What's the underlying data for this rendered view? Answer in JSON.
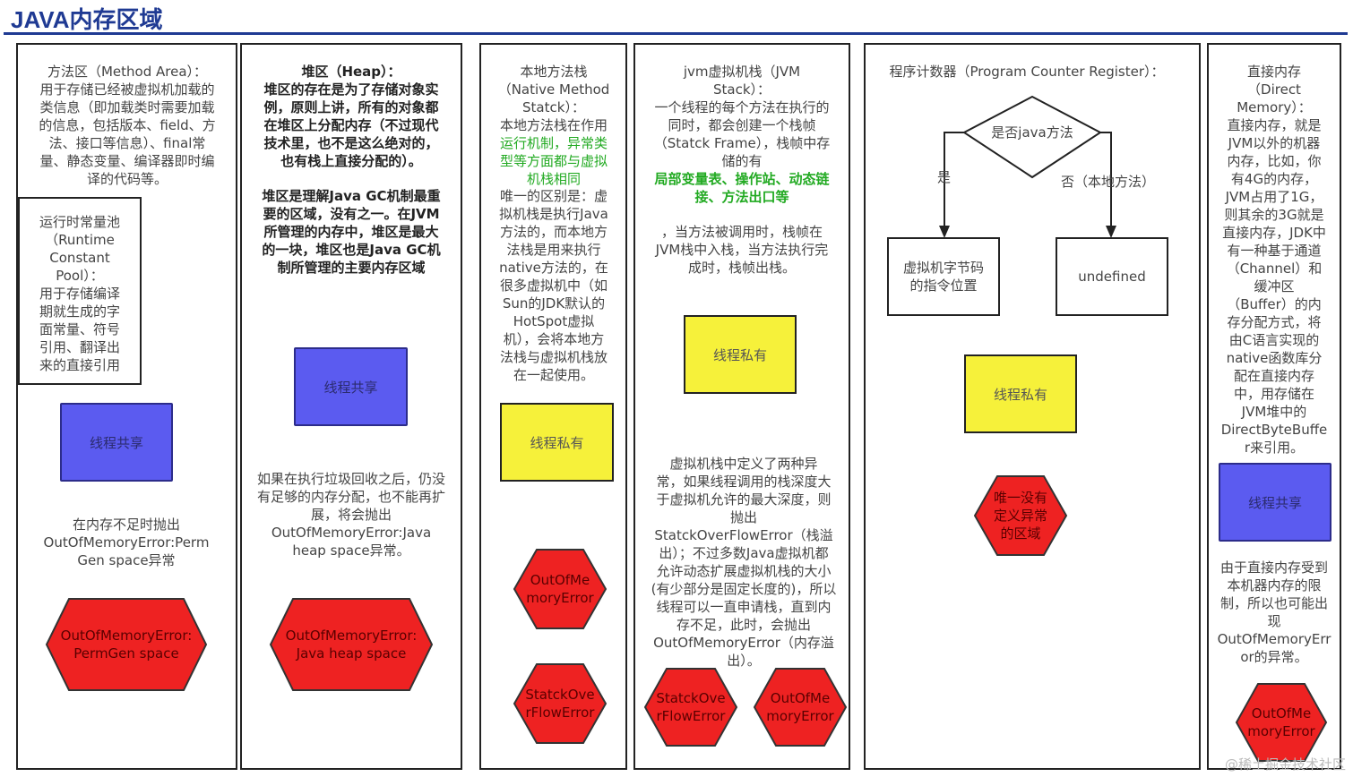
{
  "title": "JAVA内存区域",
  "colors": {
    "shared": "#5b5bf0",
    "private": "#f6f13a",
    "error": "#ee2222",
    "green_text": "#22aa22"
  },
  "col1": {
    "desc": "方法区（Method Area）：\n用于存储已经被虚拟机加载的\n类信息（即加载类时需要加载\n的信息，包括版本、field、方\n法、接口等信息）、final常\n量、静态变量、编译器即时编\n译的代码等。",
    "inner": "运行时常量池\n（Runtime\nConstant\nPool）：\n用于存储编译\n期就生成的字\n面常量、符号\n引用、翻译出\n来的直接引用",
    "badge": "线程共享",
    "note": "在内存不足时抛出\nOutOfMemoryError:Perm\nGen space异常",
    "error": "OutOfMemoryError:\nPermGen space"
  },
  "col2": {
    "desc1": "堆区（Heap）：\n堆区的存在是为了存储对象实\n例，原则上讲，所有的对象都\n在堆区上分配内存（不过现代\n技术里，也不是这么绝对的，\n也有栈上直接分配的）。",
    "desc2": "堆区是理解Java GC机制最重\n要的区域，没有之一。在JVM\n所管理的内存中，堆区是最大\n的一块，堆区也是Java GC机\n制所管理的主要内存区域",
    "badge": "线程共享",
    "note": "如果在执行垃圾回收之后，仍没\n有足够的内存分配，也不能再扩\n展，将会抛出\nOutOfMemoryError:Java\nheap space异常。",
    "error": "OutOfMemoryError:\nJava heap space"
  },
  "col3": {
    "desc_a": "本地方法栈\n（Native Method\nStatck）：\n本地方法栈在作用",
    "desc_green": "运行机制，异常类\n型等方面都与虚拟\n机栈相同",
    "desc_b": "唯一的区别是：虚\n拟机栈是执行Java\n方法的，而本地方\n法栈是用来执行\nnative方法的，在\n很多虚拟机中（如\nSun的JDK默认的\nHotSpot虚拟\n机），会将本地方\n法栈与虚拟机栈放\n在一起使用。",
    "badge": "线程私有",
    "error1": "OutOfMe\nmoryError",
    "error2": "StatckOve\nrFlowError"
  },
  "col4": {
    "desc_a": "jvm虚拟机栈（JVM\nStack）：\n一个线程的每个方法在执行的\n同时，都会创建一个栈帧\n（Statck Frame），栈帧中存\n储的有",
    "desc_green": "局部变量表、操作站、动态链\n接、方法出口等",
    "desc_b": "，当方法被调用时，栈帧在\nJVM栈中入栈，当方法执行完\n成时，栈帧出栈。",
    "badge": "线程私有",
    "note": "虚拟机栈中定义了两种异\n常，如果线程调用的栈深度大\n于虚拟机允许的最大深度，则\n抛出\nStatckOverFlowError（栈溢\n出）；不过多数Java虚拟机都\n允许动态扩展虚拟机栈的大小\n(有少部分是固定长度的)，所以\n线程可以一直申请栈，直到内\n存不足，此时，会抛出\nOutOfMemoryError（内存溢\n出）。",
    "error1": "StatckOve\nrFlowError",
    "error2": "OutOfMe\nmoryError"
  },
  "col5": {
    "header": "程序计数器（Program Counter Register）：",
    "diamond": "是否java方法",
    "yes": "是",
    "no": "否（本地方法）",
    "box_left": "虚拟机字节码\n的指令位置",
    "box_right": "undefined",
    "badge": "线程私有",
    "error": "唯一没有\n定义异常\n的区域"
  },
  "col6": {
    "desc": "直接内存\n（Direct\nMemory）：\n直接内存，就是\nJVM以外的机器\n内存，比如，你\n有4G的内存，\nJVM占用了1G，\n则其余的3G就是\n直接内存，JDK中\n有一种基于通道\n（Channel）和\n缓冲区\n（Buffer）的内\n存分配方式，将\n由C语言实现的\nnative函数库分\n配在直接内存\n中，用存储在\nJVM堆中的\nDirectByteBuffe\nr来引用。",
    "badge": "线程共享",
    "note": "由于直接内存受到\n本机器内存的限\n制，所以也可能出\n现\nOutOfMemoryErr\nor的异常。",
    "error": "OutOfMe\nmoryError"
  },
  "watermark": "@稀土掘金技术社区"
}
